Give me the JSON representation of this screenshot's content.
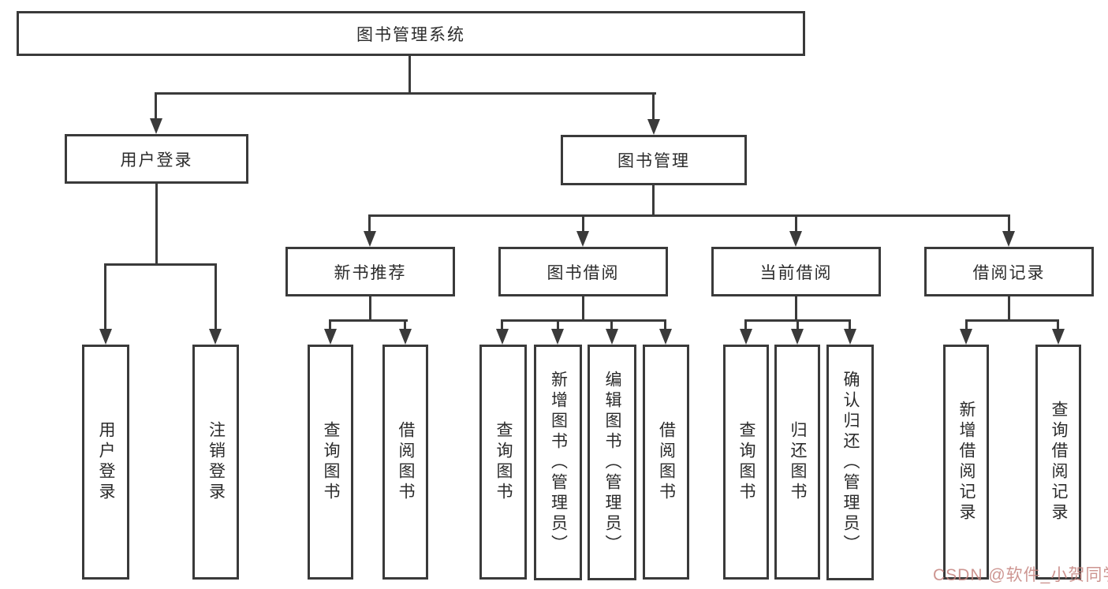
{
  "diagram": {
    "root": {
      "label": "图书管理系统"
    },
    "branches": [
      {
        "label": "用户登录",
        "children": [
          {
            "label": "用户登录"
          },
          {
            "label": "注销登录"
          }
        ]
      },
      {
        "label": "图书管理",
        "children": [
          {
            "label": "新书推荐",
            "children": [
              {
                "label": "查询图书"
              },
              {
                "label": "借阅图书"
              }
            ]
          },
          {
            "label": "图书借阅",
            "children": [
              {
                "label": "查询图书"
              },
              {
                "label": "新增图书（管理员）"
              },
              {
                "label": "编辑图书（管理员）"
              },
              {
                "label": "借阅图书"
              }
            ]
          },
          {
            "label": "当前借阅",
            "children": [
              {
                "label": "查询图书"
              },
              {
                "label": "归还图书"
              },
              {
                "label": "确认归还（管理员）"
              }
            ]
          },
          {
            "label": "借阅记录",
            "children": [
              {
                "label": "新增借阅记录"
              },
              {
                "label": "查询借阅记录"
              }
            ]
          }
        ]
      }
    ]
  },
  "watermark": {
    "text": "CSDN @软件_小贺同学"
  },
  "colors": {
    "line": "#3a3a3a",
    "box_border": "#3a3a3a",
    "text": "#2b2b2b",
    "background": "#ffffff",
    "watermark": "#c4827e"
  }
}
